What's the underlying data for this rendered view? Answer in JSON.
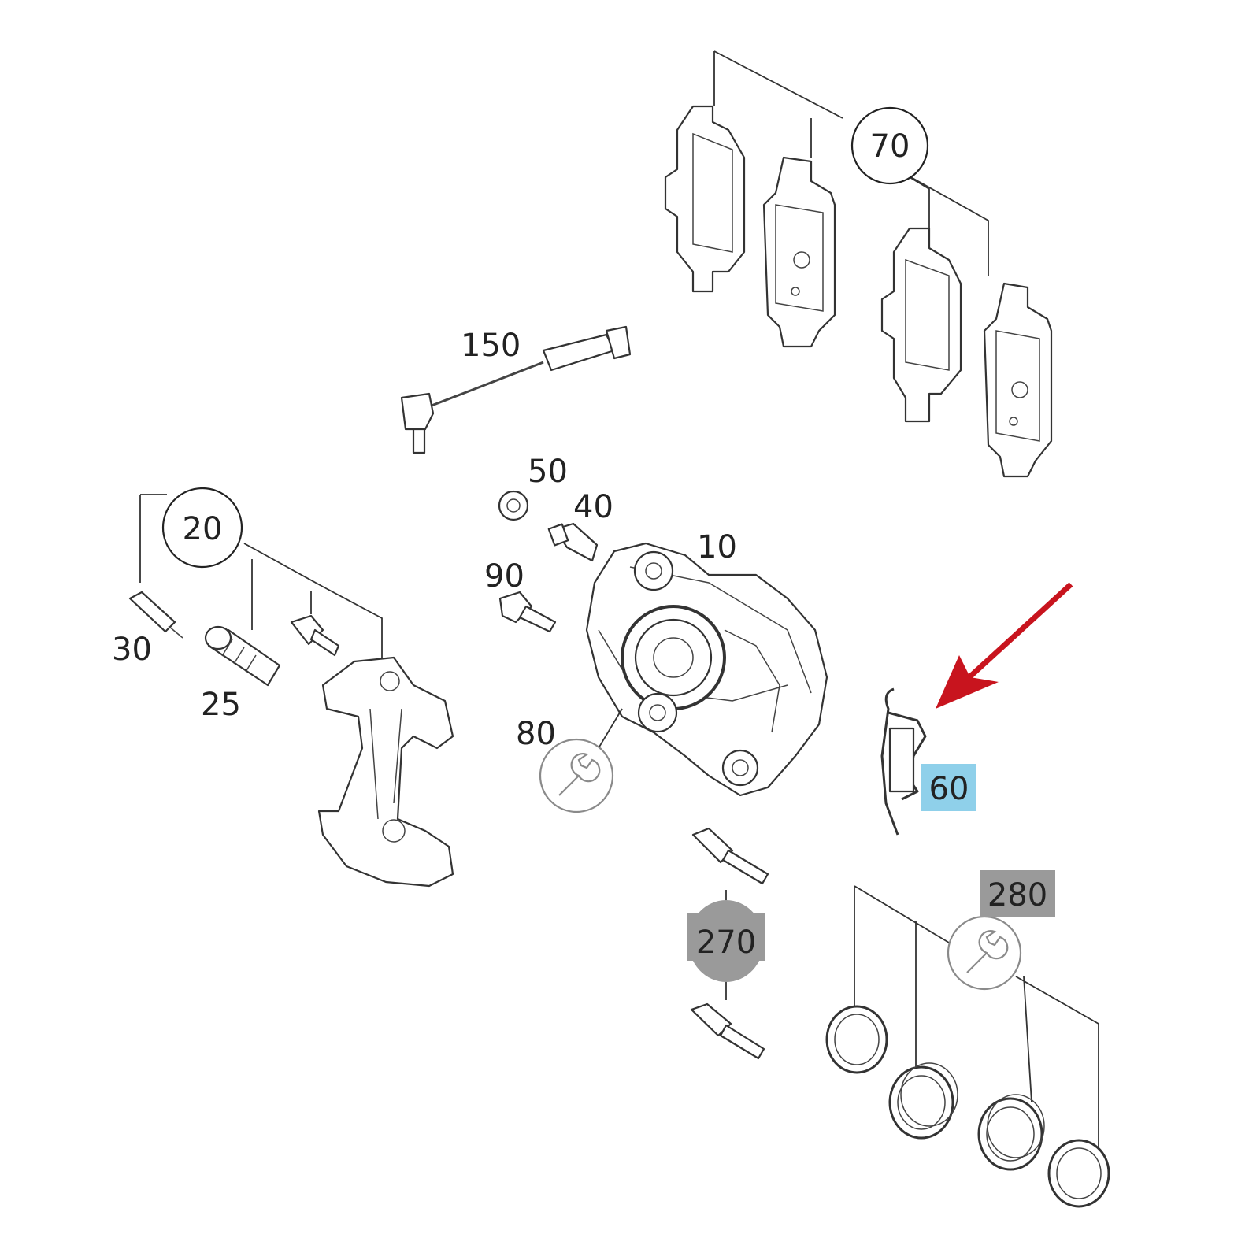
{
  "labels": {
    "l10": "10",
    "l20": "20",
    "l25": "25",
    "l30": "30",
    "l40": "40",
    "l50": "50",
    "l60": "60",
    "l70": "70",
    "l80": "80",
    "l90": "90",
    "l150": "150",
    "l270": "270",
    "l280": "280"
  },
  "colors": {
    "highlight_60": "#8fd0ea",
    "highlight_gray": "#9a9a9a",
    "arrow": "#c8141e",
    "line": "#333333"
  },
  "icons": {
    "service": "wrench-icon",
    "pointer": "red-arrow-icon"
  }
}
